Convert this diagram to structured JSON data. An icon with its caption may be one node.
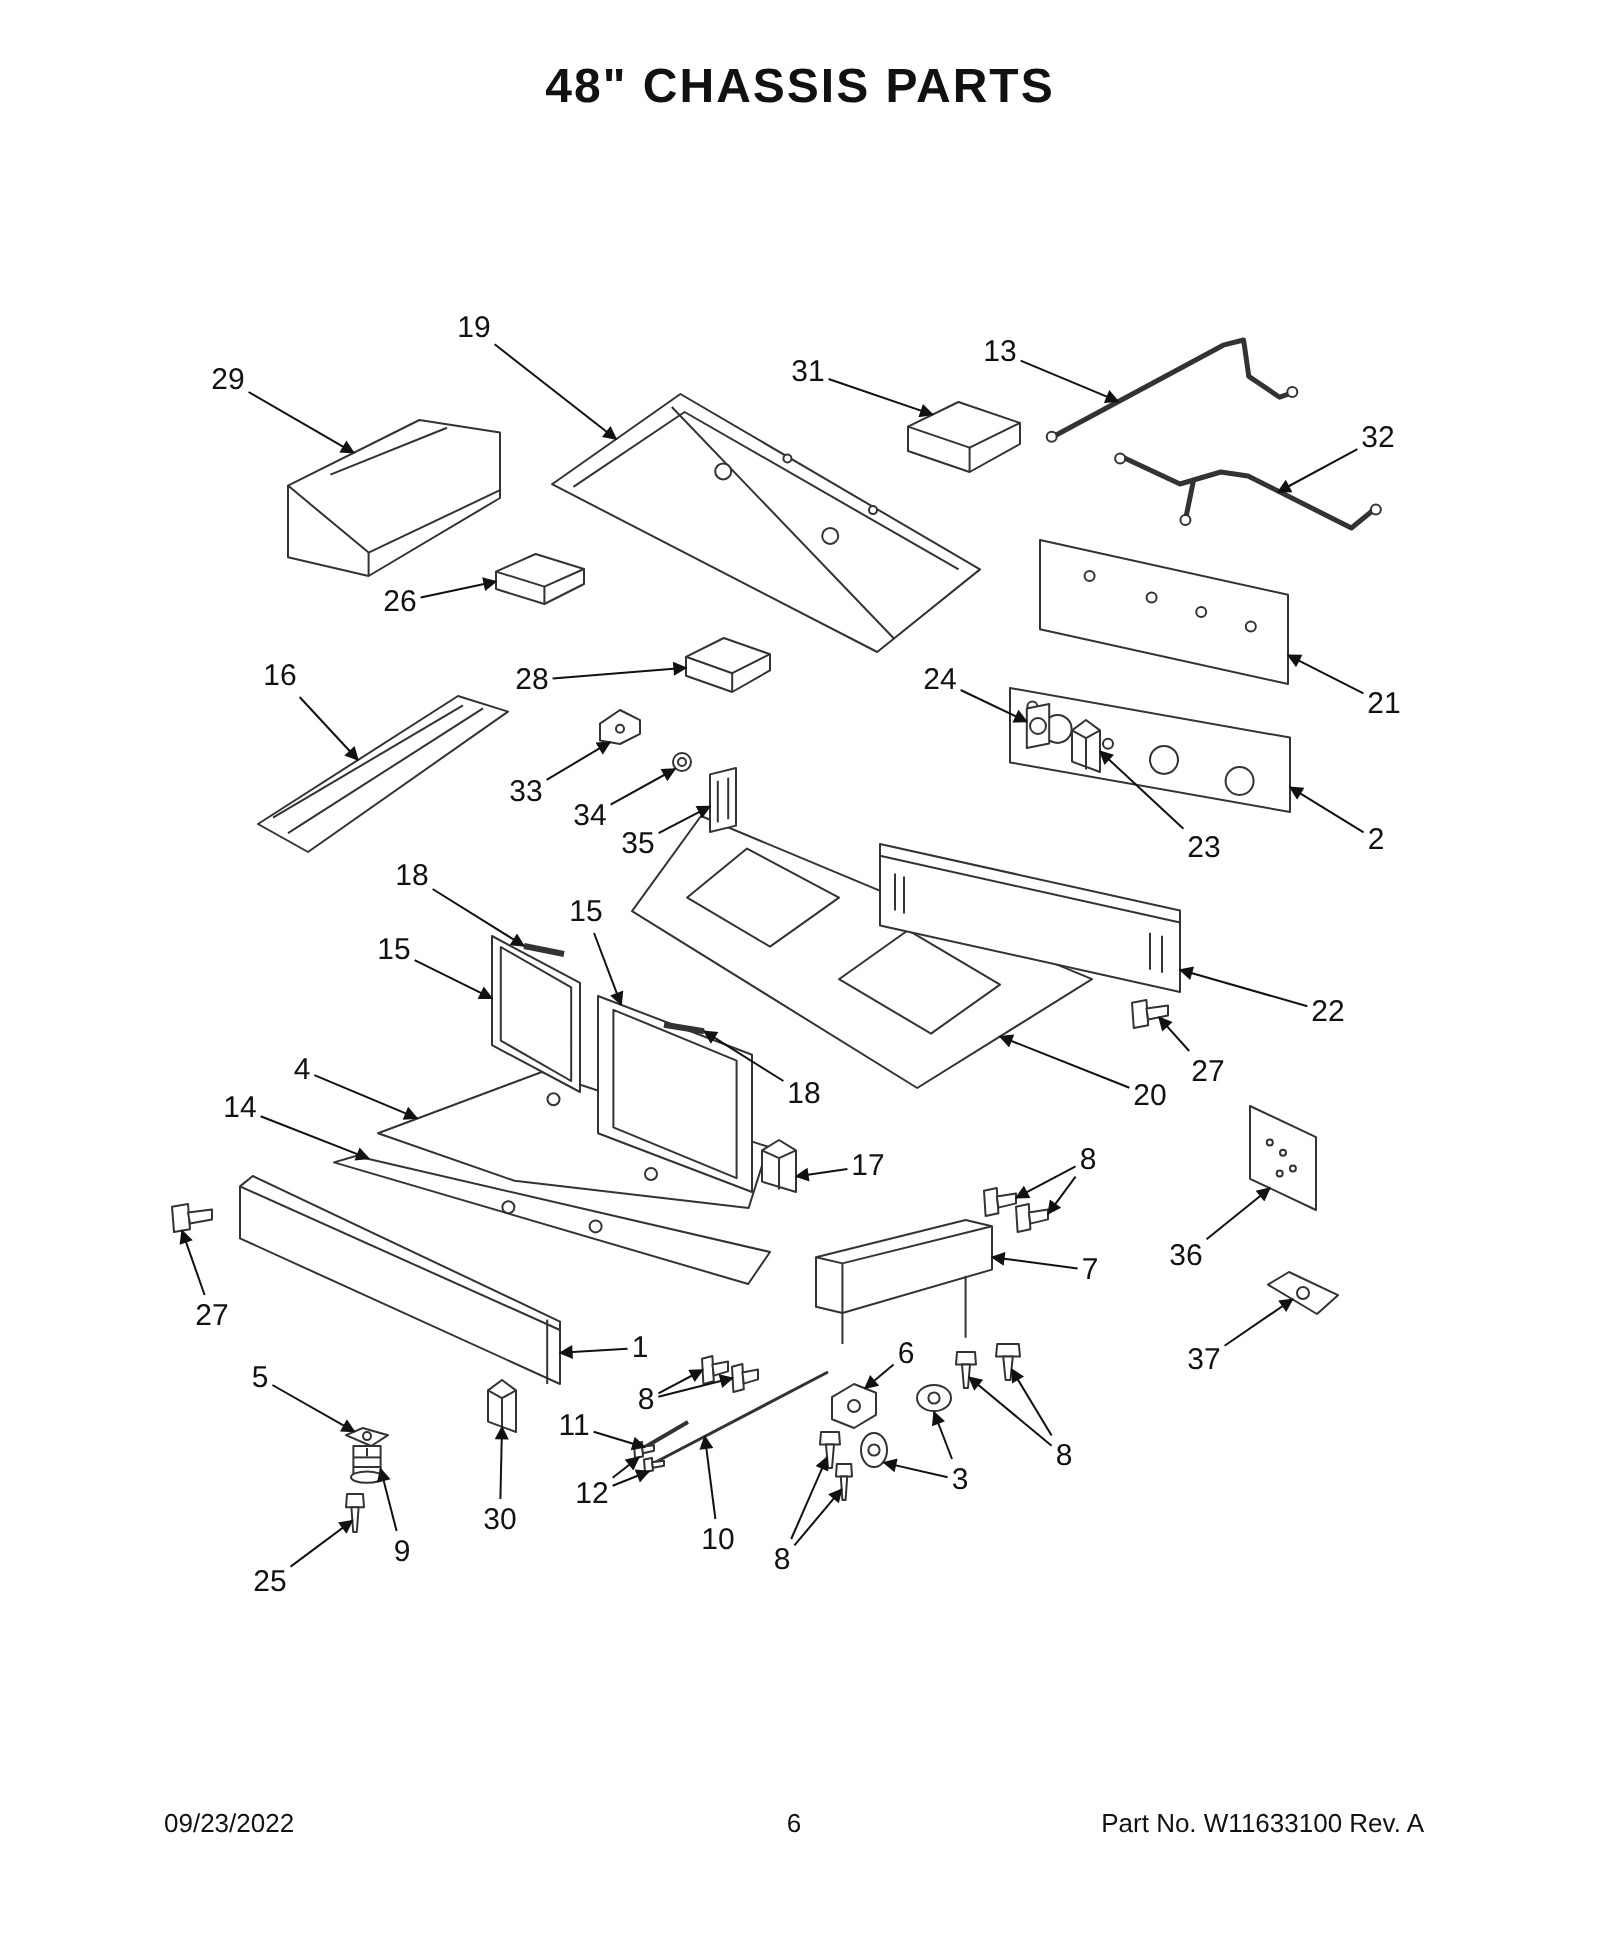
{
  "diagram": {
    "title": "48\" CHASSIS PARTS",
    "nodes": [
      {
        "text": [
          "29"
        ]
      },
      {
        "text": [],
        "shape": "picture"
      },
      {
        "text": [
          "19"
        ]
      },
      {
        "text": [],
        "shape": "picture"
      },
      {
        "text": [
          "31"
        ]
      },
      {
        "text": [],
        "shape": "picture"
      },
      {
        "text": [
          "13"
        ]
      },
      {
        "text": [],
        "shape": "picture"
      },
      {
        "text": [
          "32"
        ]
      },
      {
        "text": [],
        "shape": "picture"
      },
      {
        "text": [
          "26"
        ]
      },
      {
        "text": [],
        "shape": "picture"
      },
      {
        "text": [
          "21"
        ]
      },
      {
        "text": [],
        "shape": "picture"
      },
      {
        "text": [
          "28"
        ]
      },
      {
        "text": [],
        "shape": "picture"
      },
      {
        "text": [
          "16"
        ]
      },
      {
        "text": [],
        "shape": "picture"
      },
      {
        "text": [
          "24"
        ]
      },
      {
        "text": [],
        "shape": "picture",
        "in": 23
      },
      {
        "text": [
          "33"
        ]
      },
      {
        "text": [],
        "shape": "picture"
      },
      {
        "text": [
          "2"
        ]
      },
      {
        "text": [],
        "shape": "picture"
      },
      {
        "text": [
          "34"
        ]
      },
      {
        "text": [],
        "shape": "picture"
      },
      {
        "text": [
          "23"
        ]
      },
      {
        "text": [],
        "shape": "picture",
        "in": 23
      },
      {
        "text": [
          "35"
        ]
      },
      {
        "text": [],
        "shape": "picture"
      },
      {
        "text": [
          "18"
        ]
      },
      {
        "text": [],
        "shape": "picture",
        "in": 33
      },
      {
        "text": [
          "15"
        ]
      },
      {
        "text": [],
        "shape": "picture"
      },
      {
        "text": [
          "15"
        ]
      },
      {
        "text": [],
        "shape": "picture"
      },
      {
        "text": [
          "22"
        ]
      },
      {
        "text": [],
        "shape": "picture"
      },
      {
        "text": [
          "27"
        ]
      },
      {
        "text": [],
        "shape": "picture"
      },
      {
        "text": [
          "18"
        ]
      },
      {
        "text": [],
        "shape": "picture",
        "in": 35
      },
      {
        "text": [
          "20"
        ]
      },
      {
        "text": [],
        "shape": "picture"
      },
      {
        "text": [
          "4"
        ]
      },
      {
        "text": [],
        "shape": "picture"
      },
      {
        "text": [
          "14"
        ]
      },
      {
        "text": [],
        "shape": "picture"
      },
      {
        "text": [
          "17"
        ]
      },
      {
        "text": [],
        "shape": "picture"
      },
      {
        "text": [
          "8"
        ]
      },
      {
        "text": [],
        "shape": "picture"
      },
      {
        "text": [],
        "shape": "picture"
      },
      {
        "text": [
          "36"
        ]
      },
      {
        "text": [],
        "shape": "picture"
      },
      {
        "text": [
          "7"
        ]
      },
      {
        "text": [],
        "shape": "picture"
      },
      {
        "text": [
          "27"
        ]
      },
      {
        "text": [],
        "shape": "picture"
      },
      {
        "text": [
          "1"
        ]
      },
      {
        "text": [],
        "shape": "picture"
      },
      {
        "text": [
          "37"
        ]
      },
      {
        "text": [],
        "shape": "picture"
      },
      {
        "text": [
          "6"
        ]
      },
      {
        "text": [],
        "shape": "picture"
      },
      {
        "text": [
          "5"
        ]
      },
      {
        "text": [],
        "shape": "picture"
      },
      {
        "text": [
          "8"
        ]
      },
      {
        "text": [],
        "shape": "picture"
      },
      {
        "text": [],
        "shape": "picture"
      },
      {
        "text": [
          "11"
        ]
      },
      {
        "text": [],
        "shape": "picture"
      },
      {
        "text": [
          "8"
        ]
      },
      {
        "text": [],
        "shape": "picture"
      },
      {
        "text": [],
        "shape": "picture"
      },
      {
        "text": [
          "3"
        ]
      },
      {
        "text": [],
        "shape": "picture"
      },
      {
        "text": [],
        "shape": "picture"
      },
      {
        "text": [
          "12"
        ]
      },
      {
        "text": [],
        "shape": "picture"
      },
      {
        "text": [],
        "shape": "picture"
      },
      {
        "text": [
          "9"
        ]
      },
      {
        "text": [],
        "shape": "picture"
      },
      {
        "text": [
          "30"
        ]
      },
      {
        "text": [],
        "shape": "picture"
      },
      {
        "text": [
          "10"
        ]
      },
      {
        "text": [],
        "shape": "picture"
      },
      {
        "text": [
          "8"
        ]
      },
      {
        "text": [],
        "shape": "picture"
      },
      {
        "text": [],
        "shape": "picture"
      },
      {
        "text": [
          "25"
        ]
      },
      {
        "text": [],
        "shape": "picture"
      }
    ],
    "edges": [
      {
        "from": 0,
        "to": 1,
        "arrow": "to"
      },
      {
        "from": 2,
        "to": 3,
        "arrow": "to"
      },
      {
        "from": 4,
        "to": 5,
        "arrow": "to"
      },
      {
        "from": 6,
        "to": 7,
        "arrow": "to"
      },
      {
        "from": 8,
        "to": 9,
        "arrow": "to"
      },
      {
        "from": 10,
        "to": 11,
        "arrow": "to"
      },
      {
        "from": 12,
        "to": 13,
        "arrow": "to"
      },
      {
        "from": 14,
        "to": 15,
        "arrow": "to"
      },
      {
        "from": 16,
        "to": 17,
        "arrow": "to"
      },
      {
        "from": 18,
        "to": 19,
        "arrow": "to"
      },
      {
        "from": 20,
        "to": 21,
        "arrow": "to"
      },
      {
        "from": 22,
        "to": 23,
        "arrow": "to"
      },
      {
        "from": 24,
        "to": 25,
        "arrow": "to"
      },
      {
        "from": 26,
        "to": 27,
        "arrow": "to"
      },
      {
        "from": 28,
        "to": 29,
        "arrow": "to"
      },
      {
        "from": 30,
        "to": 31,
        "arrow": "to"
      },
      {
        "from": 32,
        "to": 33,
        "arrow": "to"
      },
      {
        "from": 34,
        "to": 35,
        "arrow": "to"
      },
      {
        "from": 36,
        "to": 37,
        "arrow": "to"
      },
      {
        "from": 38,
        "to": 39,
        "arrow": "to"
      },
      {
        "from": 40,
        "to": 41,
        "arrow": "to"
      },
      {
        "from": 42,
        "to": 43,
        "arrow": "to"
      },
      {
        "from": 44,
        "to": 45,
        "arrow": "to"
      },
      {
        "from": 46,
        "to": 47,
        "arrow": "to"
      },
      {
        "from": 48,
        "to": 49,
        "arrow": "to"
      },
      {
        "from": 50,
        "to": 51,
        "arrow": "to"
      },
      {
        "from": 50,
        "to": 52,
        "arrow": "to"
      },
      {
        "from": 53,
        "to": 54,
        "arrow": "to"
      },
      {
        "from": 55,
        "to": 56,
        "arrow": "to"
      },
      {
        "from": 57,
        "to": 58,
        "arrow": "to"
      },
      {
        "from": 59,
        "to": 60,
        "arrow": "to"
      },
      {
        "from": 61,
        "to": 62,
        "arrow": "to"
      },
      {
        "from": 63,
        "to": 64,
        "arrow": "to"
      },
      {
        "from": 65,
        "to": 66,
        "arrow": "to"
      },
      {
        "from": 67,
        "to": 68,
        "arrow": "to"
      },
      {
        "from": 67,
        "to": 69,
        "arrow": "to"
      },
      {
        "from": 70,
        "to": 71,
        "arrow": "to"
      },
      {
        "from": 72,
        "to": 73,
        "arrow": "to"
      },
      {
        "from": 72,
        "to": 74,
        "arrow": "to"
      },
      {
        "from": 75,
        "to": 76,
        "arrow": "to"
      },
      {
        "from": 75,
        "to": 77,
        "arrow": "to"
      },
      {
        "from": 78,
        "to": 79,
        "arrow": "to"
      },
      {
        "from": 78,
        "to": 80,
        "arrow": "to"
      },
      {
        "from": 81,
        "to": 82,
        "arrow": "to"
      },
      {
        "from": 83,
        "to": 84,
        "arrow": "to"
      },
      {
        "from": 85,
        "to": 86,
        "arrow": "to"
      },
      {
        "from": 87,
        "to": 88,
        "arrow": "to"
      },
      {
        "from": 87,
        "to": 89,
        "arrow": "to"
      },
      {
        "from": 90,
        "to": 91,
        "arrow": "to"
      }
    ],
    "labels": [
      "09/23/2022",
      "6",
      "Part No. W11633100 Rev. A"
    ]
  }
}
